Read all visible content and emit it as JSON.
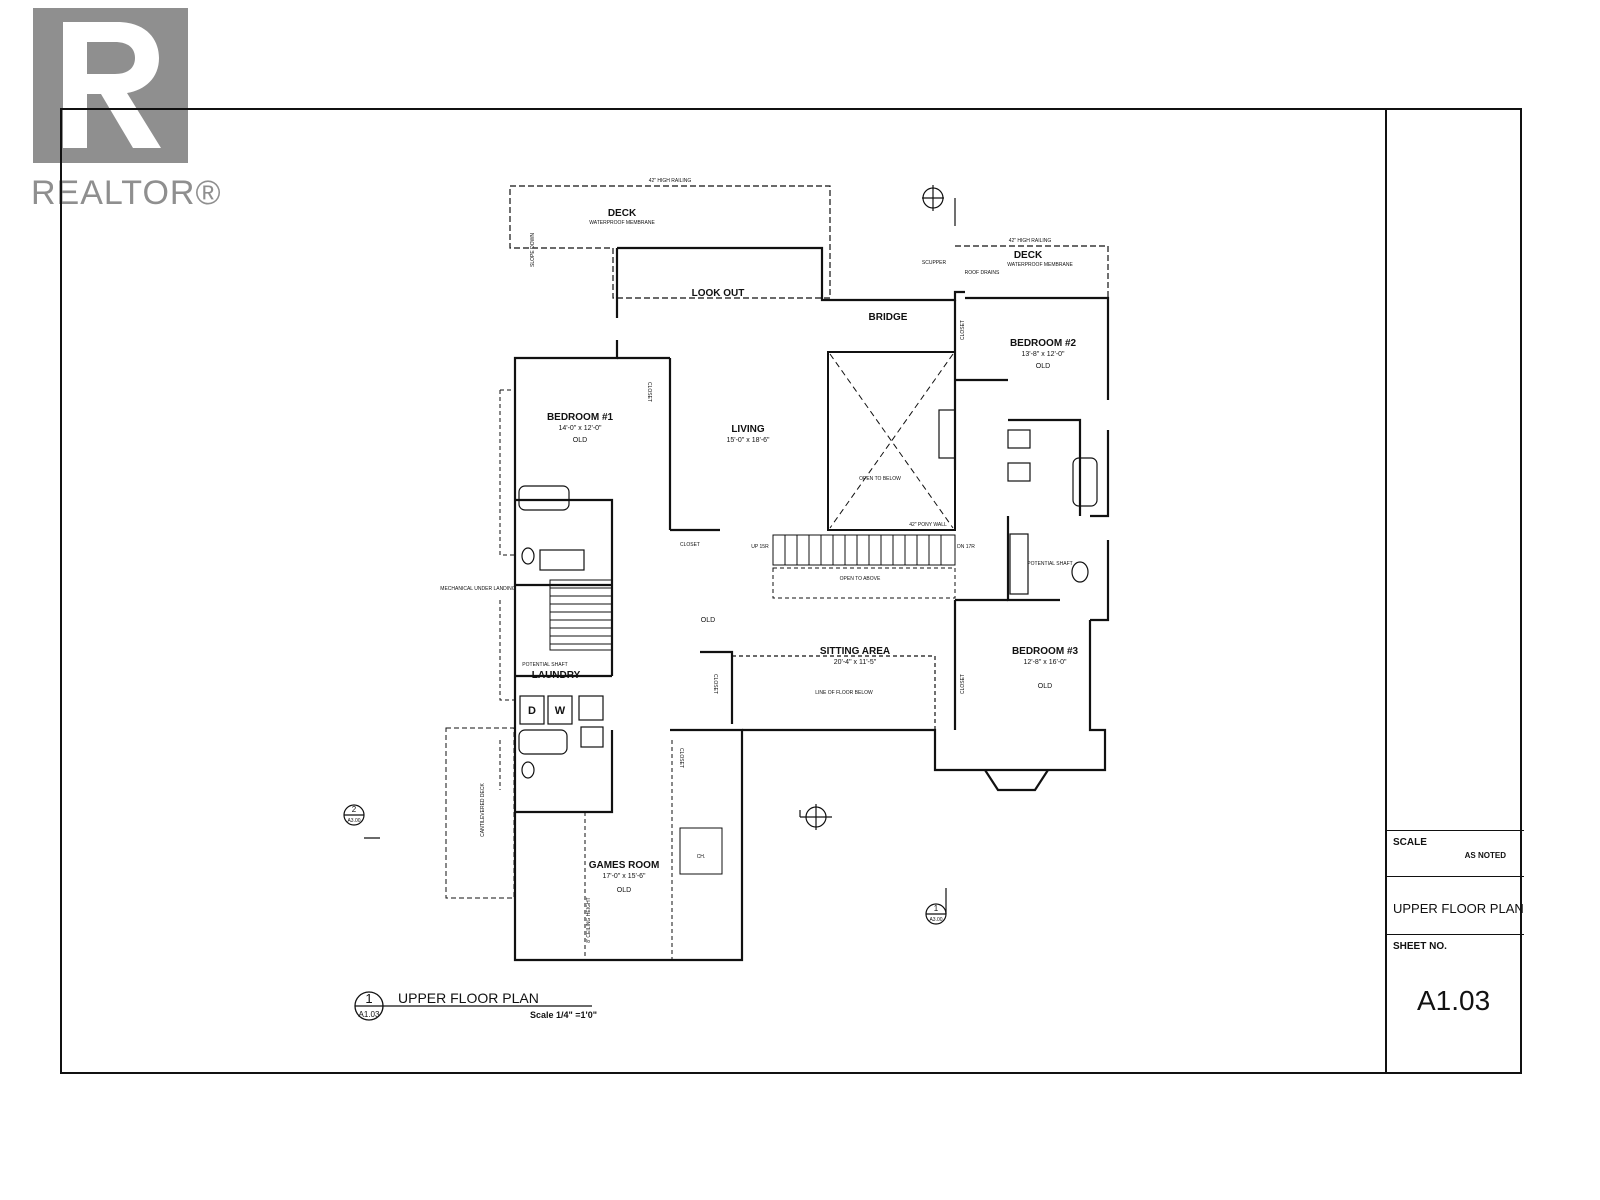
{
  "logo": {
    "text": "REALTOR®",
    "icon": "realtor-r-logo"
  },
  "plan": {
    "title": "UPPER FLOOR PLAN",
    "detail_number": "1",
    "detail_sheet": "A1.03",
    "scale": "Scale 1/4\" =1'0\""
  },
  "title_block": {
    "scale_label": "SCALE",
    "scale_value": "AS NOTED",
    "drawing_title": "UPPER FLOOR PLAN",
    "sheet_label": "SHEET NO.",
    "sheet_number": "A1.03"
  },
  "rooms": {
    "deck_main": {
      "name": "DECK",
      "note": "WATERPROOF MEMBRANE"
    },
    "deck_main_railing": "42\" HIGH RAILING",
    "deck_side": {
      "name": "DECK",
      "note": "WATERPROOF MEMBRANE"
    },
    "deck_side_railing": "42\" HIGH RAILING",
    "roof_drains": "ROOF DRAINS",
    "scupper": "SCUPPER",
    "slope": "SLOPE DOWN",
    "look_out": {
      "name": "LOOK OUT"
    },
    "bridge": {
      "name": "BRIDGE"
    },
    "living": {
      "name": "LIVING",
      "size": "15'-0\" x 18'-6\""
    },
    "bedroom1": {
      "name": "BEDROOM #1",
      "size": "14'-0\" x 12'-0\"",
      "fixture": "OLD"
    },
    "bedroom2": {
      "name": "BEDROOM #2",
      "size": "13'-8\" x 12'-0\"",
      "fixture": "OLD"
    },
    "bedroom3": {
      "name": "BEDROOM #3",
      "size": "12'-8\" x 16'-0\"",
      "fixture": "OLD"
    },
    "sitting_area": {
      "name": "SITTING AREA",
      "size": "20'-4\" x 11'-5\""
    },
    "laundry": {
      "name": "LAUNDRY"
    },
    "games_room": {
      "name": "GAMES ROOM",
      "size": "17'-0\" x 15'-6\"",
      "fixture": "OLD"
    },
    "hall_fixture": "OLD",
    "open_below": "OPEN TO BELOW",
    "open_above": "OPEN TO ABOVE",
    "pony_wall": "42\" PONY WALL",
    "line_floor_below": "LINE OF FLOOR BELOW",
    "mechanical": "MECHANICAL UNDER LANDING",
    "potential_shaft": "POTENTIAL SHAFT",
    "cantilevered_deck": "CANTILEVERED DECK",
    "closet": "CLOSET",
    "washer": "W",
    "dryer": "D",
    "chimney": "CH.",
    "stair_up": "UP 15R",
    "stair_dn": "DN 17R",
    "ceiling_height": "8' CEILING HEIGHT"
  },
  "section_markers": [
    {
      "number": "2",
      "sheet": "A3.00"
    },
    {
      "number": "1",
      "sheet": "A3.00"
    }
  ]
}
